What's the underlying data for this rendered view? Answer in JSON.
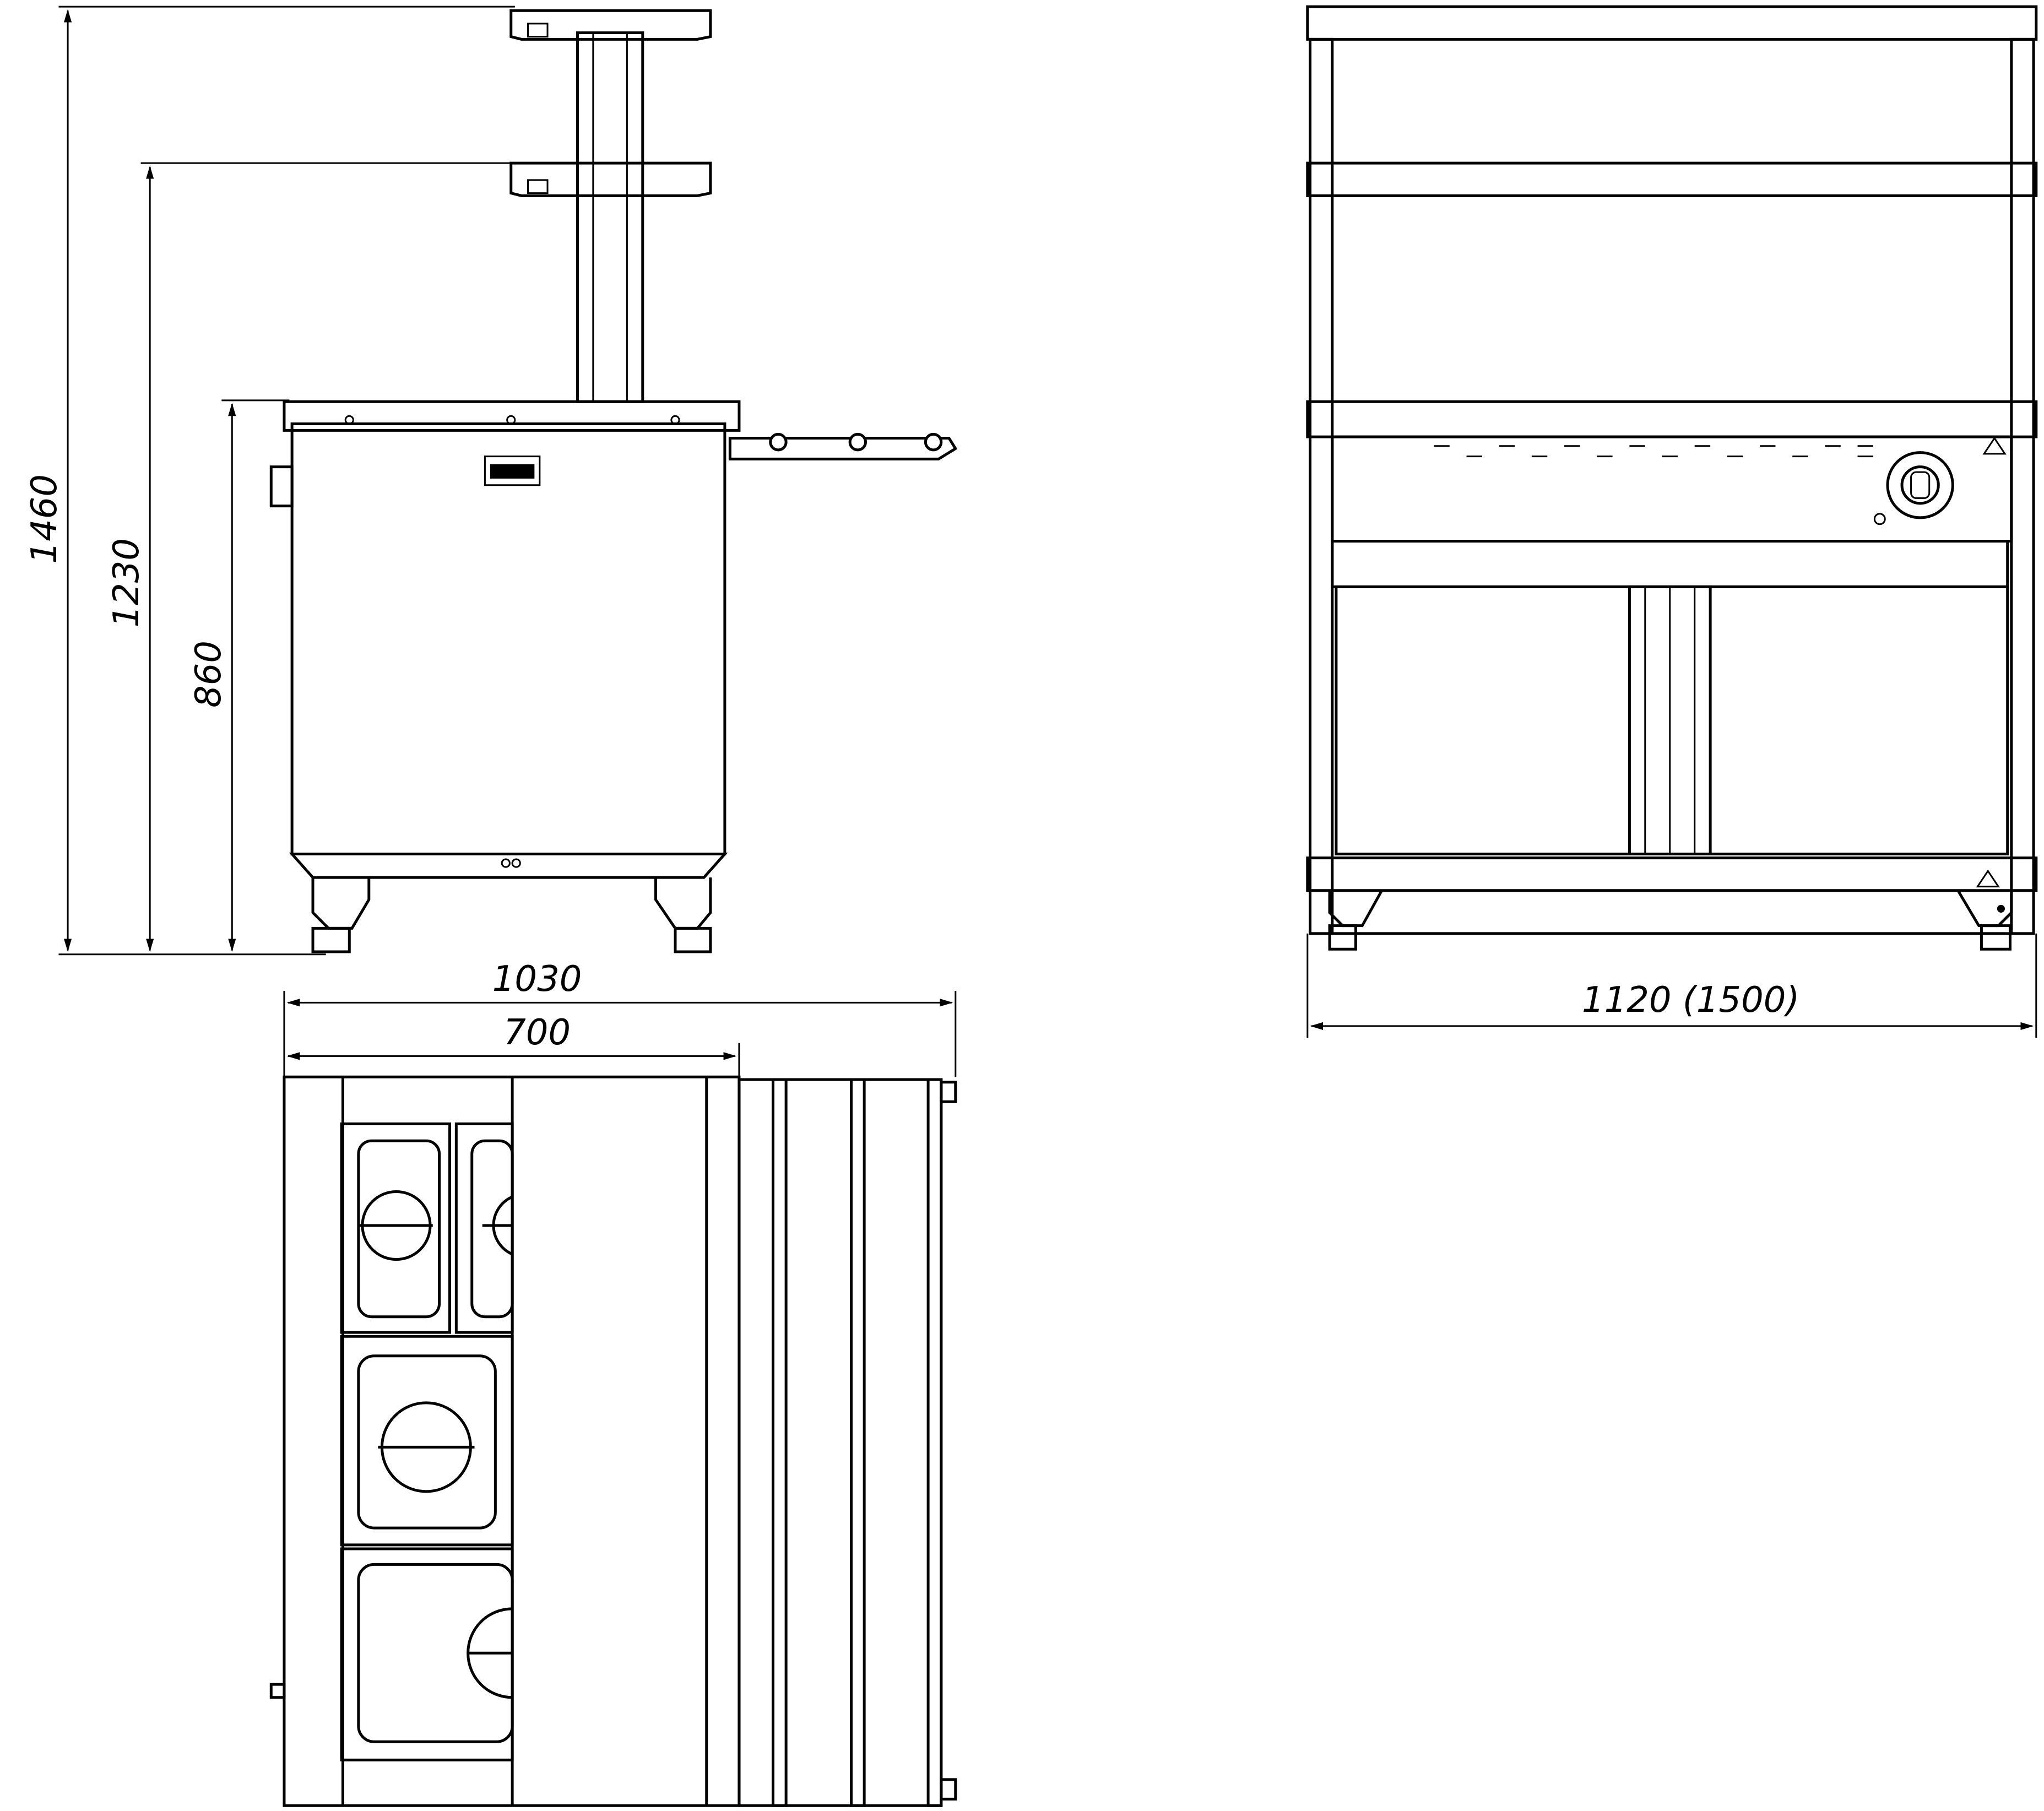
{
  "drawing": {
    "side_view": {
      "dimensions": {
        "total_height": "1460",
        "shelf_height": "1230",
        "counter_height": "860"
      }
    },
    "top_view": {
      "dimensions": {
        "total_depth": "1030",
        "body_depth": "700"
      }
    },
    "front_view": {
      "dimensions": {
        "width": "1120 (1500)"
      }
    }
  }
}
